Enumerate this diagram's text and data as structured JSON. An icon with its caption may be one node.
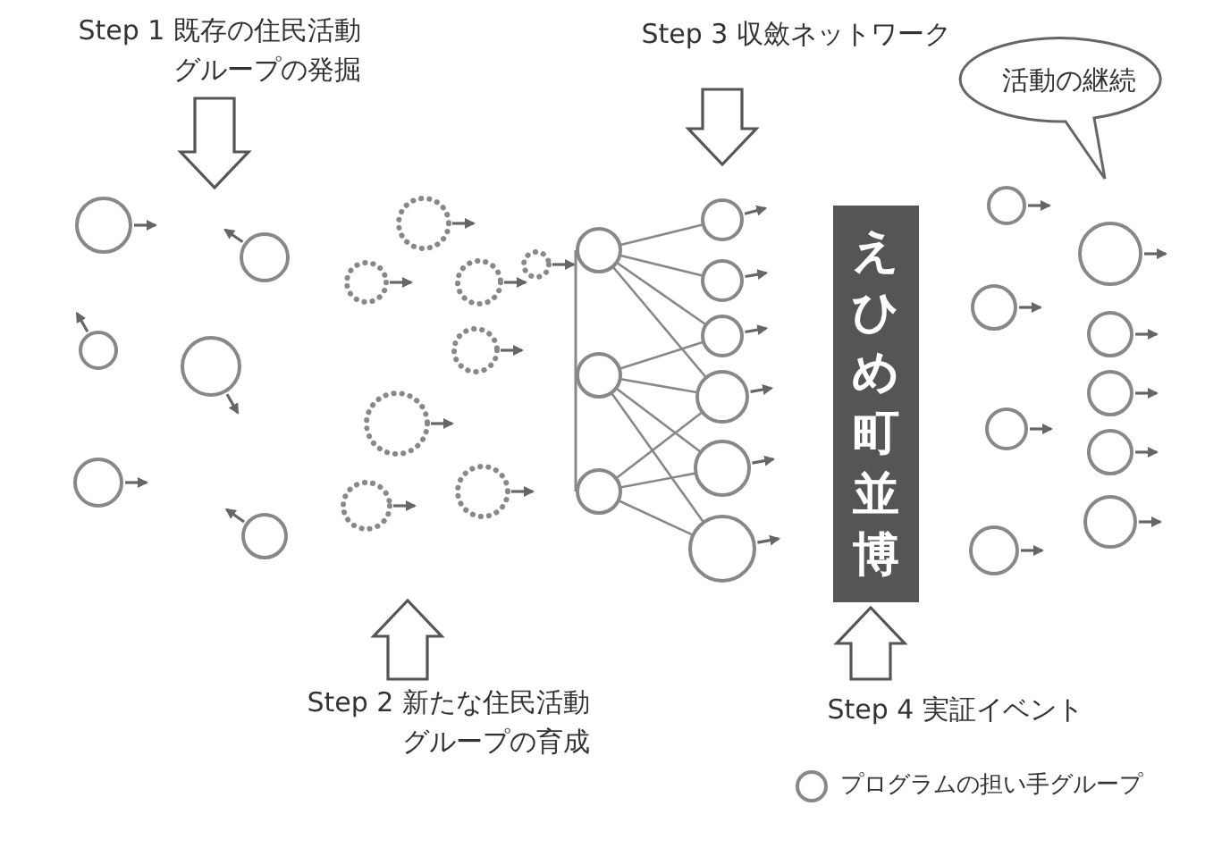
{
  "diagram": {
    "nodes": [
      {
        "text": [
          "活動の継続"
        ]
      },
      {
        "text": [
          "えひめ町並博"
        ]
      }
    ],
    "labels": [
      "Step 1 既存の住民活動グループの発掘",
      "Step 3 収斂ネットワーク",
      "Step 2 新たな住民活動グループの育成",
      "Step 4 実証イベント"
    ],
    "legend": [
      {
        "text": "プログラムの担い手グループ"
      }
    ]
  }
}
